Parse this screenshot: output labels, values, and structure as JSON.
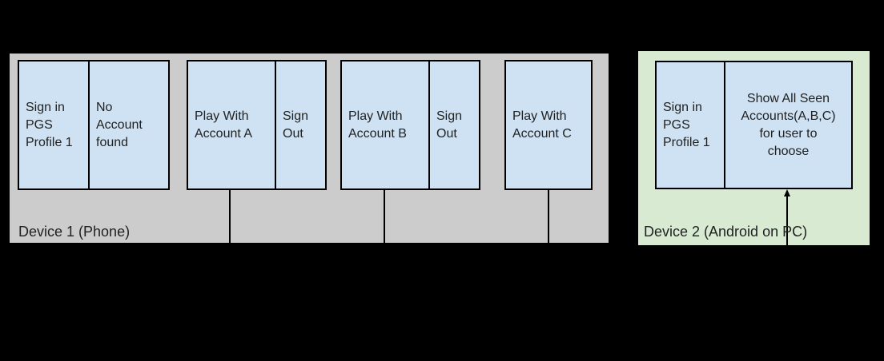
{
  "colors": {
    "background": "#000000",
    "device1_bg": "#cccccc",
    "device2_bg": "#d9ead3",
    "box_bg": "#cfe2f3",
    "line": "#000000",
    "text": "#212121"
  },
  "device1": {
    "label": "Device 1 (Phone)",
    "sign_in_box": "Sign in\nPGS\nProfile 1",
    "no_account_box": "No\nAccount\nfound",
    "play_a_box": "Play With\nAccount A",
    "sign_out_a_box": "Sign\nOut",
    "play_b_box": "Play With\nAccount B",
    "sign_out_b_box": "Sign\nOut",
    "play_c_box": "Play With\nAccount C"
  },
  "device2": {
    "label": "Device 2 (Android on PC)",
    "sign_in_box": "Sign in\nPGS\nProfile 1",
    "show_accounts_box": "Show All Seen\nAccounts(A,B,C)\nfor user to\nchoose"
  }
}
